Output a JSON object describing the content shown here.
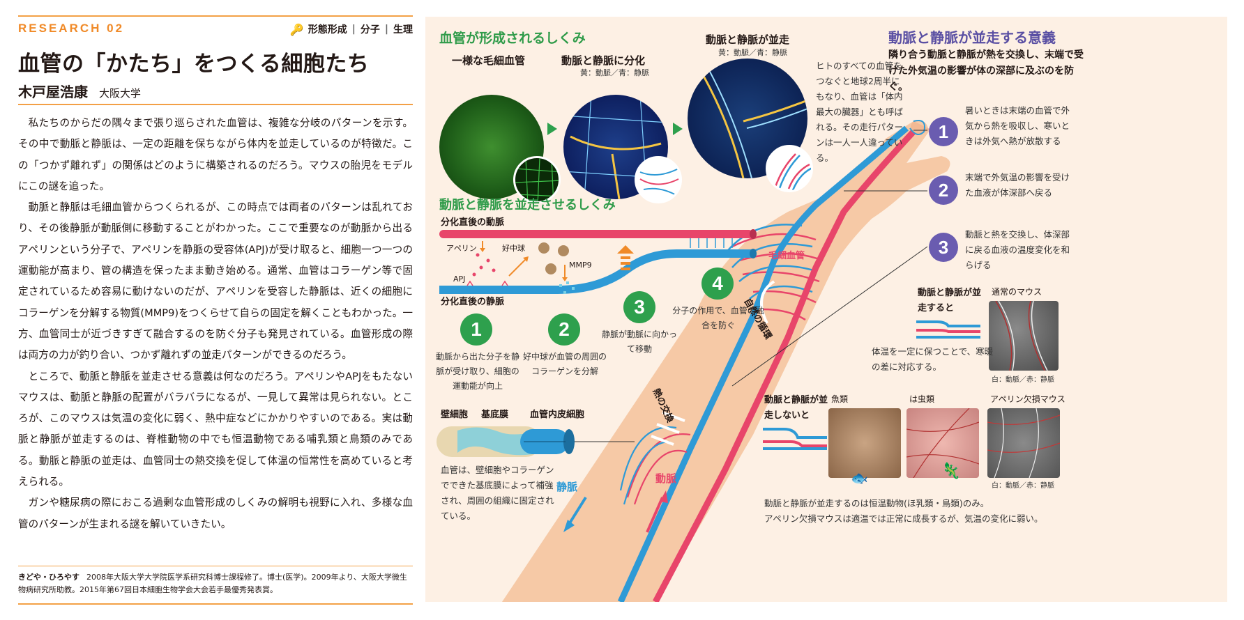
{
  "article": {
    "research_label": "RESEARCH 02",
    "tags": [
      "形態形成",
      "分子",
      "生理"
    ],
    "title": "血管の「かたち」をつくる細胞たち",
    "author": "木戸屋浩康",
    "affiliation": "大阪大学",
    "paragraphs": [
      "私たちのからだの隅々まで張り巡らされた血管は、複雑な分岐のパターンを示す。その中で動脈と静脈は、一定の距離を保ちながら体内を並走しているのが特徴だ。この「つかず離れず」の関係はどのように構築されるのだろう。マウスの胎児をモデルにこの謎を追った。",
      "動脈と静脈は毛細血管からつくられるが、この時点では両者のパターンは乱れており、その後静脈が動脈側に移動することがわかった。ここで重要なのが動脈から出るアペリンという分子で、アペリンを静脈の受容体(APJ)が受け取ると、細胞一つ一つの運動能が高まり、管の構造を保ったまま動き始める。通常、血管はコラーゲン等で固定されているため容易に動けないのだが、アペリンを受容した静脈は、近くの細胞にコラーゲンを分解する物質(MMP9)をつくらせて自らの固定を解くこともわかった。一方、血管同士が近づきすぎて融合するのを防ぐ分子も発見されている。血管形成の際は両方の力が釣り合い、つかず離れずの並走パターンができるのだろう。",
      "ところで、動脈と静脈を並走させる意義は何なのだろう。アペリンやAPJをもたないマウスは、動脈と静脈の配置がバラバラになるが、一見して異常は見られない。ところが、このマウスは気温の変化に弱く、熱中症などにかかりやすいのである。実は動脈と静脈が並走するのは、脊椎動物の中でも恒温動物である哺乳類と鳥類のみである。動脈と静脈の並走は、血管同士の熱交換を促して体温の恒常性を高めていると考えられる。",
      "ガンや糖尿病の際におこる過剰な血管形成のしくみの解明も視野に入れ、多様な血管のパターンが生まれる謎を解いていきたい。"
    ],
    "bio_name": "きどや・ひろやす",
    "bio_text": "2008年大阪大学大学院医学系研究科博士課程修了。博士(医学)。2009年より、大阪大学微生物病研究所助教。2015年第67回日本細胞生物学会大会若手最優秀発表賞。"
  },
  "figure": {
    "formation": {
      "title": "血管が形成されるしくみ",
      "stage1": "一様な毛細血管",
      "stage2": "動脈と静脈に分化",
      "stage2_legend": "黄：動脈／青：静脈",
      "stage3": "動脈と静脈が並走",
      "stage3_legend": "黄：動脈／青：静脈",
      "note": "ヒトのすべての血管をつなぐと地球2周半にもなり、血管は「体内最大の臓器」とも呼ばれる。その走行パターンは一人一人違っている。"
    },
    "mechanism": {
      "title": "動脈と静脈を並走させるしくみ",
      "artery_label": "分化直後の動脈",
      "vein_label": "分化直後の静脈",
      "apelin": "アペリン",
      "neutrophil": "好中球",
      "mmp9": "MMP9",
      "apj": "APJ",
      "steps": [
        {
          "num": "1",
          "text": "動脈から出た分子を静脈が受け取り、細胞の運動能が向上"
        },
        {
          "num": "2",
          "text": "好中球が血管の周囲のコラーゲンを分解"
        },
        {
          "num": "3",
          "text": "静脈が動脈に向かって移動"
        },
        {
          "num": "4",
          "text": "分子の作用で、血管の融合を防ぐ"
        }
      ]
    },
    "vessel": {
      "pericyte": "壁細胞",
      "basement": "基底膜",
      "endothelium": "血管内皮細胞",
      "text": "血管は、壁細胞やコラーゲンでできた基底膜によって補強され、周囲の組織に固定されている。"
    },
    "arm": {
      "capillary": "毛細血管",
      "circulation": "自然の循環",
      "heat_exchange": "熱の交換",
      "vein": "静脈",
      "artery": "動脈"
    },
    "significance": {
      "title": "動脈と静脈が並走する意義",
      "summary": "隣り合う動脈と静脈が熱を交換し、末端で受けた外気温の影響が体の深部に及ぶのを防ぐ。",
      "points": [
        {
          "num": "1",
          "text": "暑いときは末端の血管で外気から熱を吸収し、寒いときは外気へ熱が放散する"
        },
        {
          "num": "2",
          "text": "末端で外気温の影響を受けた血液が体深部へ戻る"
        },
        {
          "num": "3",
          "text": "動脈と熱を交換し、体深部に戻る血液の温度変化を和らげる"
        }
      ]
    },
    "comparison": {
      "parallel_label": "動脈と静脈が並走すると",
      "normal_mouse": "通常のマウス",
      "parallel_text": "体温を一定に保つことで、寒暖の差に対応する。",
      "legend_white_red": "白：動脈／赤：静脈",
      "nonparallel_label": "動脈と静脈が並走しないと",
      "fish": "魚類",
      "reptile": "は虫類",
      "apelin_mouse": "アペリン欠損マウス",
      "legend_white_red2": "白：動脈／赤：静脈",
      "footer_line1": "動脈と静脈が並走するのは恒温動物(ほ乳類・鳥類)のみ。",
      "footer_line2": "アペリン欠損マウスは適温では正常に成長するが、気温の変化に弱い。"
    }
  },
  "colors": {
    "accent_orange": "#f08a28",
    "artery_red": "#e8456a",
    "vein_blue": "#2e9ad6",
    "green": "#2ea04d",
    "purple": "#6a5cb0",
    "panel_bg": "#fdf0e4",
    "skin": "#f6c9a6"
  }
}
